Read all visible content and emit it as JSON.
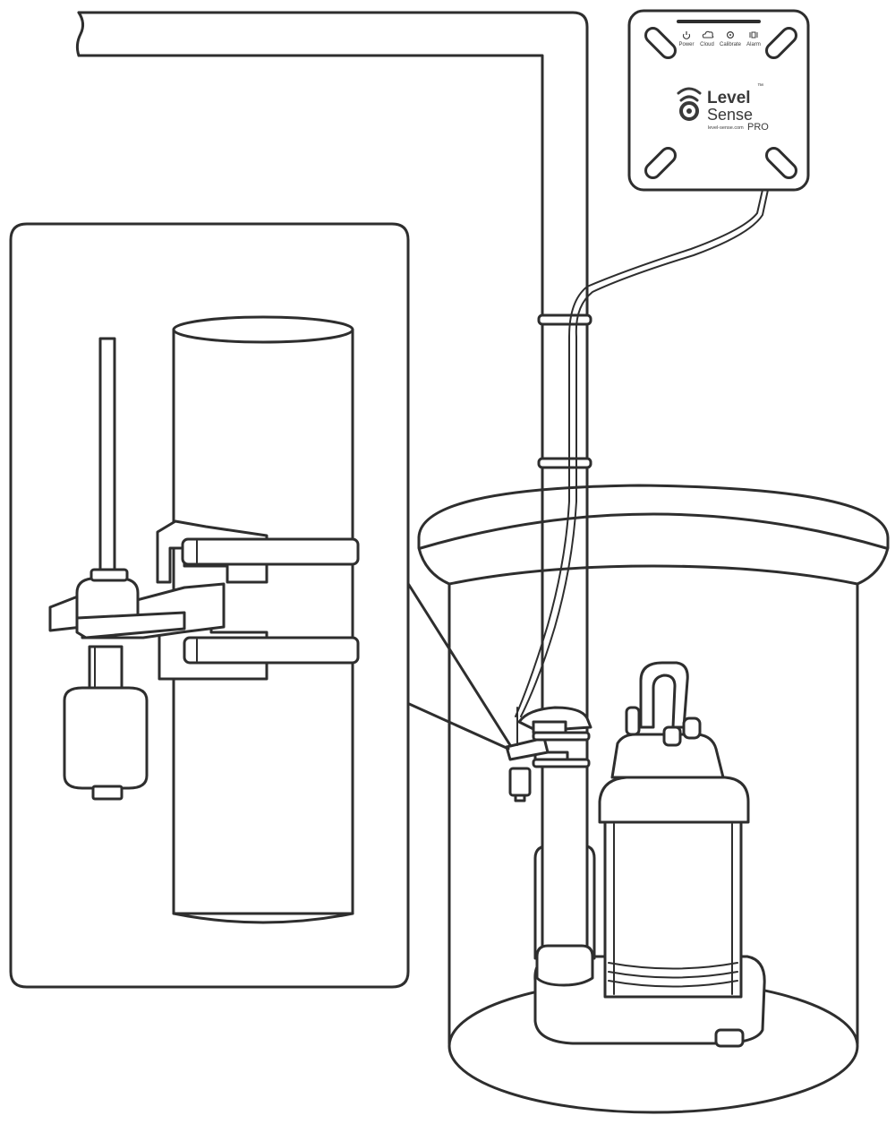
{
  "device": {
    "indicators": [
      "Power",
      "Cloud",
      "Calibrate",
      "Alarm"
    ],
    "brand_line1": "Level",
    "brand_line2": "Sense",
    "trademark": "™",
    "product": "PRO",
    "url": "level-sense.com"
  },
  "colors": {
    "stroke": "#2e2e2e",
    "background": "#ffffff"
  }
}
